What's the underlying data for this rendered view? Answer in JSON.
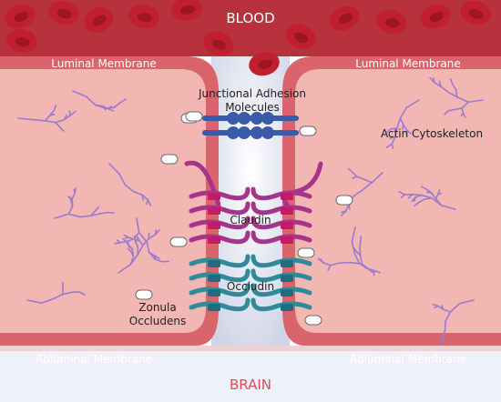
{
  "labels": {
    "blood": "BLOOD",
    "brain": "BRAIN",
    "luminal_left": "Luminal Membrane",
    "luminal_right": "Luminal Membrane",
    "abluminal_left": "Abluminal Membrane",
    "abluminal_right": "Abluminal Membrane",
    "jam_line1": "Junctional Adhesion",
    "jam_line2": "Molecules",
    "actin": "Actin Cytoskeleton",
    "claudin": "Claudin",
    "occludin": "Occludin",
    "zonula_line1": "Zonula",
    "zonula_line2": "Occludens"
  },
  "colors": {
    "blood_bg": "#b8323e",
    "rbc": "#c0202e",
    "cell_fill": "#f2b7b3",
    "membrane": "#d9646b",
    "gap": "#dfe3ef",
    "brain_bg": "#eef1f8",
    "claudin": "#a8338a",
    "claudin_band": "#c21b6a",
    "occludin": "#2f8a9a",
    "jam": "#3a5ba8",
    "actin": "#9b7ad0"
  }
}
